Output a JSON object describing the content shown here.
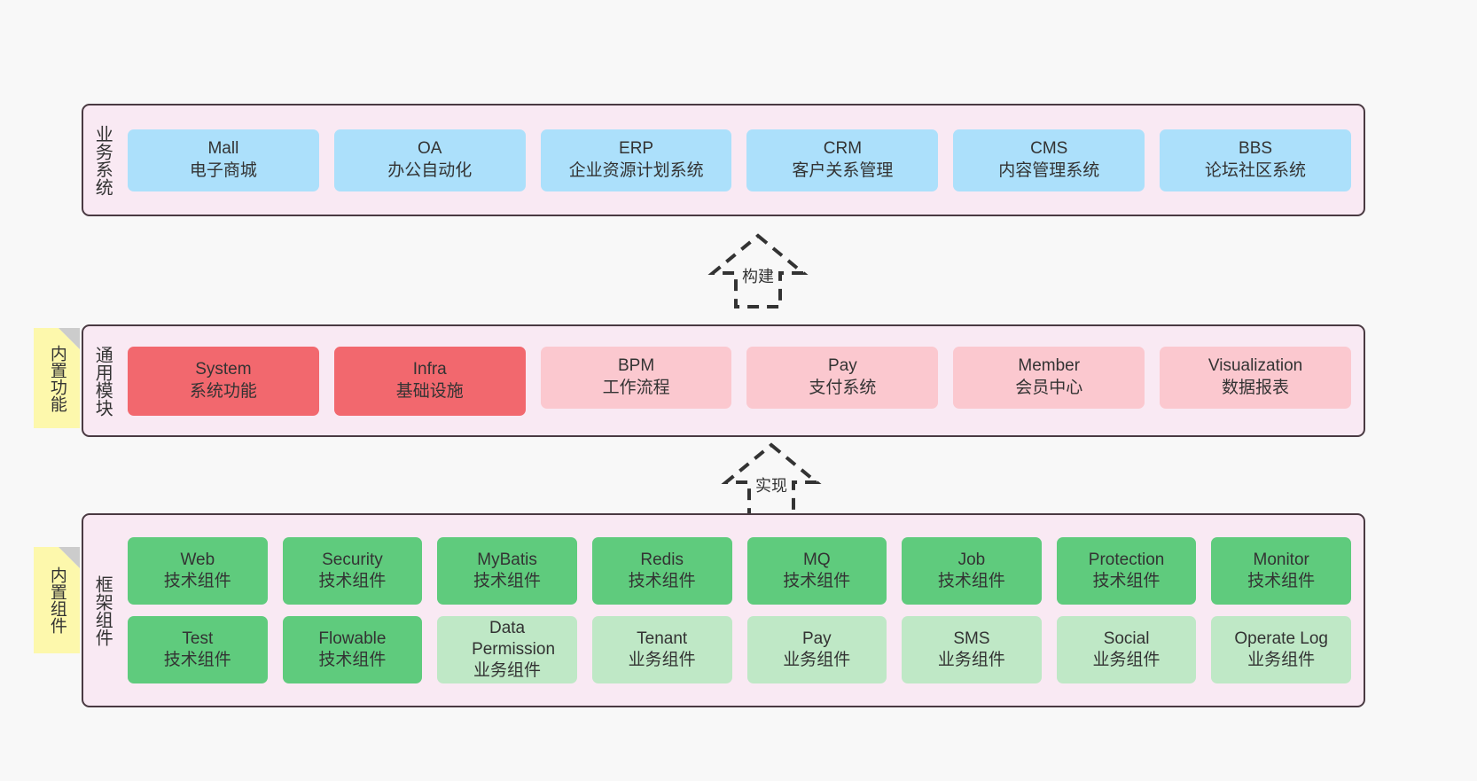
{
  "diagram": {
    "background": "#f8f8f8",
    "colors": {
      "band_fill": "#f9e9f3",
      "band_border": "#4a3a42",
      "business": "#ace0fb",
      "module_core": "#f2686e",
      "module_plain": "#fbc8cf",
      "tech_component": "#5fcb7d",
      "biz_component": "#bfe8c6",
      "note": "#fdf8ac",
      "note_fold": "#cccccc",
      "text": "#333333"
    }
  },
  "layers": [
    {
      "id": "business-systems",
      "title": "业务系统",
      "rows": [
        [
          {
            "name": "Mall",
            "desc": "电子商城",
            "color": "blue"
          },
          {
            "name": "OA",
            "desc": "办公自动化",
            "color": "blue"
          },
          {
            "name": "ERP",
            "desc": "企业资源计划系统",
            "color": "blue"
          },
          {
            "name": "CRM",
            "desc": "客户关系管理",
            "color": "blue"
          },
          {
            "name": "CMS",
            "desc": "内容管理系统",
            "color": "blue"
          },
          {
            "name": "BBS",
            "desc": "论坛社区系统",
            "color": "blue"
          }
        ]
      ]
    },
    {
      "id": "common-modules",
      "title": "通用模块",
      "note": "内置功能",
      "rows": [
        [
          {
            "name": "System",
            "desc": "系统功能",
            "color": "red"
          },
          {
            "name": "Infra",
            "desc": "基础设施",
            "color": "red"
          },
          {
            "name": "BPM",
            "desc": "工作流程",
            "color": "pink"
          },
          {
            "name": "Pay",
            "desc": "支付系统",
            "color": "pink"
          },
          {
            "name": "Member",
            "desc": "会员中心",
            "color": "pink"
          },
          {
            "name": "Visualization",
            "desc": "数据报表",
            "color": "pink"
          }
        ]
      ]
    },
    {
      "id": "framework-components",
      "title": "框架组件",
      "note": "内置组件",
      "rows": [
        [
          {
            "name": "Web",
            "desc": "技术组件",
            "color": "green"
          },
          {
            "name": "Security",
            "desc": "技术组件",
            "color": "green"
          },
          {
            "name": "MyBatis",
            "desc": "技术组件",
            "color": "green"
          },
          {
            "name": "Redis",
            "desc": "技术组件",
            "color": "green"
          },
          {
            "name": "MQ",
            "desc": "技术组件",
            "color": "green"
          },
          {
            "name": "Job",
            "desc": "技术组件",
            "color": "green"
          },
          {
            "name": "Protection",
            "desc": "技术组件",
            "color": "green"
          },
          {
            "name": "Monitor",
            "desc": "技术组件",
            "color": "green"
          }
        ],
        [
          {
            "name": "Test",
            "desc": "技术组件",
            "color": "green"
          },
          {
            "name": "Flowable",
            "desc": "技术组件",
            "color": "green"
          },
          {
            "name": "Data Permission",
            "desc": "业务组件",
            "color": "lightgreen"
          },
          {
            "name": "Tenant",
            "desc": "业务组件",
            "color": "lightgreen"
          },
          {
            "name": "Pay",
            "desc": "业务组件",
            "color": "lightgreen"
          },
          {
            "name": "SMS",
            "desc": "业务组件",
            "color": "lightgreen"
          },
          {
            "name": "Social",
            "desc": "业务组件",
            "color": "lightgreen"
          },
          {
            "name": "Operate Log",
            "desc": "业务组件",
            "color": "lightgreen"
          }
        ]
      ]
    }
  ],
  "arrows": [
    {
      "id": "arrow-build",
      "label": "构建"
    },
    {
      "id": "arrow-implement",
      "label": "实现"
    }
  ]
}
